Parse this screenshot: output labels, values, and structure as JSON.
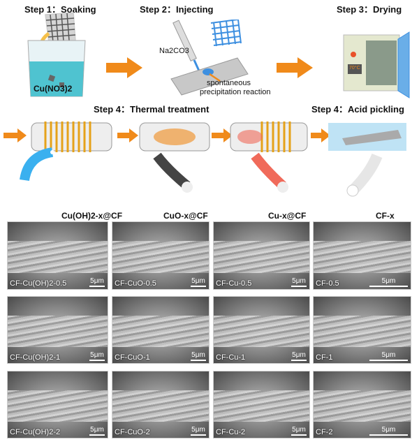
{
  "steps": {
    "step1": "Step 1：Soaking",
    "step2": "Step 2：Injecting",
    "step3": "Step 3：Drying",
    "step4a": "Step 4：Thermal treatment",
    "step4b": "Step 4：Acid pickling"
  },
  "labels": {
    "solution": "Cu(NO3)2",
    "reagent": "Na2CO3",
    "reaction_line1": "spontaneous",
    "reaction_line2": "precipitation reaction",
    "oven_temp": "70°C"
  },
  "columns": [
    "Cu(OH)2-x@CF",
    "CuO-x@CF",
    "Cu-x@CF",
    "CF-x"
  ],
  "scale_bar": "5μm",
  "sem_rows": [
    [
      "CF-Cu(OH)2-0.5",
      "CF-CuO-0.5",
      "CF-Cu-0.5",
      "CF-0.5"
    ],
    [
      "CF-Cu(OH)2-1",
      "CF-CuO-1",
      "CF-Cu-1",
      "CF-1"
    ],
    [
      "CF-Cu(OH)2-2",
      "CF-CuO-2",
      "CF-Cu-2",
      "CF-2"
    ]
  ],
  "colors": {
    "arrow": "#f08a1a",
    "solution": "#4fc3d0",
    "mesh_blue": "#3d8fe0",
    "cuoh2": "#3ab0ef",
    "cuo": "#444444",
    "cu": "#f06a5a"
  }
}
